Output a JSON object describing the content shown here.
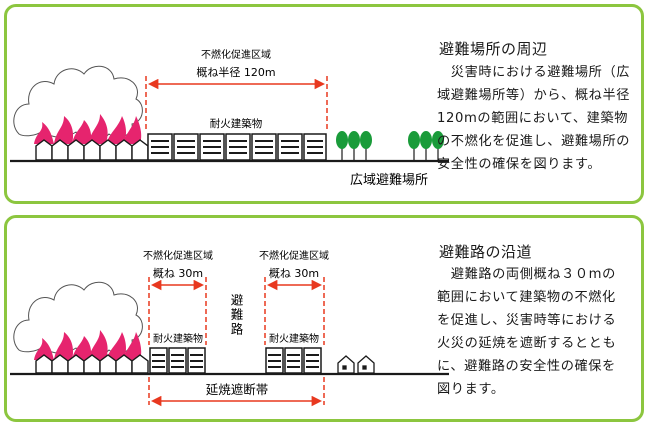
{
  "section1": {
    "heading": "避難場所の周辺",
    "body_lines": [
      "　災害時における避難場所（広",
      "域避難場所等）から、概ね半径",
      "120mの範囲において、建築物",
      "の不燃化を促進し、避難場所の",
      "安全性の確保を図ります。"
    ],
    "zone_label": "不燃化促進区域",
    "radius_label": "概ね半径 120m",
    "building_label": "耐火建築物",
    "site_label": "広域避難場所"
  },
  "section2": {
    "heading": "避難路の沿道",
    "body_lines": [
      "　避難路の両側概ね３０mの",
      "範囲において建築物の不燃化",
      "を促進し、災害時等における",
      "火災の延焼を遮断するととも",
      "に、避難路の安全性の確保を",
      "図ります。"
    ],
    "zone_left": "不燃化促進区域",
    "distance_left": "概ね 30m",
    "zone_right": "不燃化促進区域",
    "distance_right": "概ね 30m",
    "building_left": "耐火建築物",
    "building_right": "耐火建築物",
    "road_label": "避難路",
    "firebreak_label": "延焼遮断帯"
  },
  "colors": {
    "border": "#8cc63f",
    "dimension": "#e8381f",
    "flame": "#e6246e",
    "tree": "#1a9b3a",
    "ground": "#1a1a1a"
  }
}
